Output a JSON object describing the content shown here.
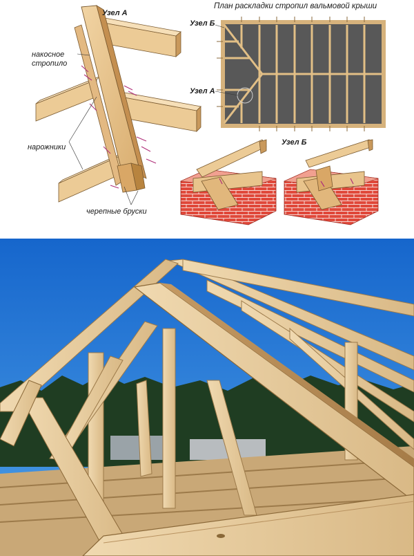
{
  "labels": {
    "node_a": "Узел А",
    "node_a_plan": "Узел А",
    "node_b_plan": "Узел Б",
    "node_b_detail": "Узел Б",
    "plan_title": "План раскладки стропил вальмовой крыши",
    "diagonal_rafter_line1": "накосное",
    "diagonal_rafter_line2": "стропило",
    "jack_rafters": "нарожники",
    "skull_bars": "черепные бруски"
  },
  "colors": {
    "timber": "#e6c38f",
    "timber_dark": "#b88a4f",
    "roof_fill": "#555555",
    "brick": "#e0483a",
    "sky": "#1d6fd0"
  }
}
